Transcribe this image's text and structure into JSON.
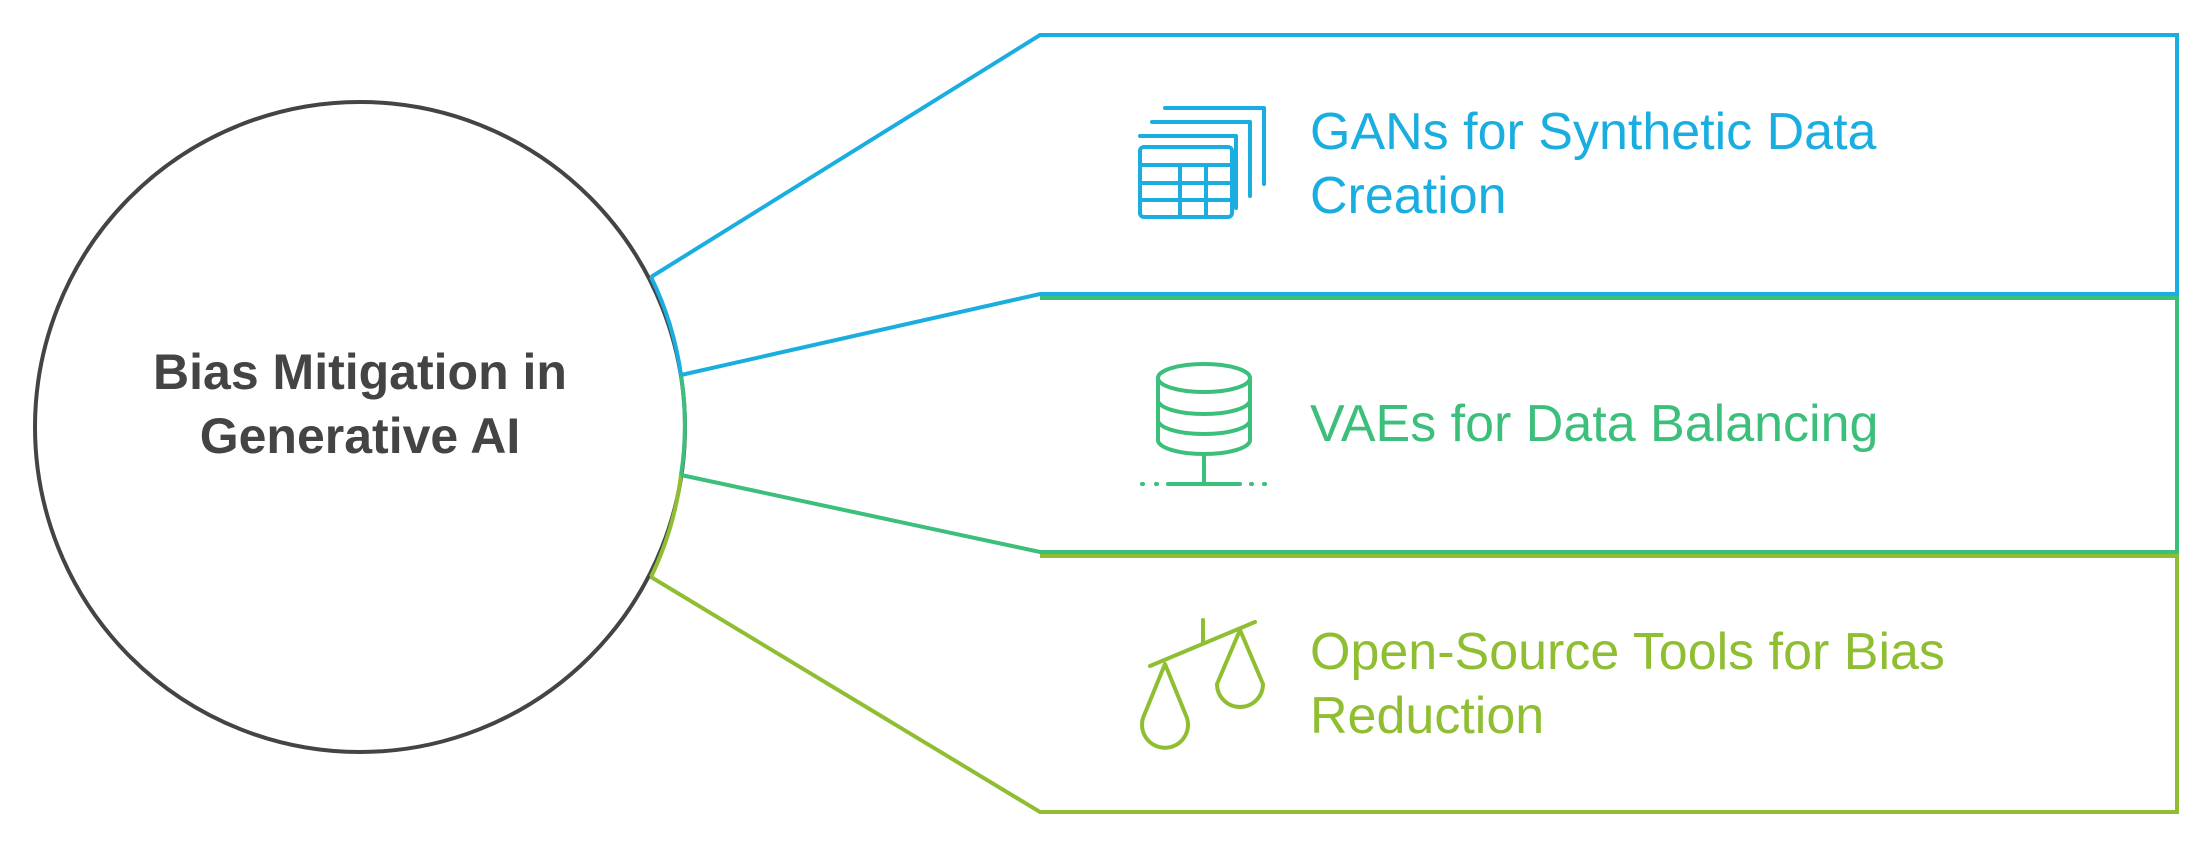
{
  "center": {
    "title_line1": "Bias Mitigation in",
    "title_line2": "Generative AI"
  },
  "branches": [
    {
      "line1": "GANs for Synthetic Data",
      "line2": "Creation",
      "icon": "table-stack-icon",
      "color": "#1aaee0"
    },
    {
      "line1": "VAEs for Data Balancing",
      "icon": "database-icon",
      "color": "#3cbf7a"
    },
    {
      "line1": "Open-Source Tools for Bias",
      "line2": "Reduction",
      "icon": "scales-icon",
      "color": "#8fbe33"
    }
  ],
  "colors": {
    "circle_stroke": "#444444",
    "text_dark": "#444444"
  }
}
